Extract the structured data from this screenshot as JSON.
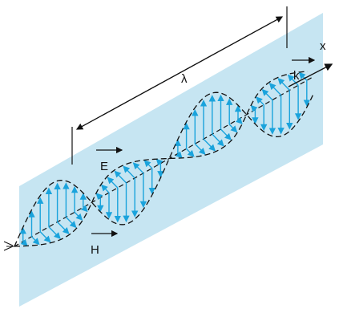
{
  "labels": {
    "wavelength": "λ",
    "electric_field": "E",
    "magnetic_field": "H",
    "propagation": "k",
    "axis": "x"
  },
  "colors": {
    "plane": "#c6e5f2",
    "field_vector": "#1aa3dc",
    "ink": "#111111"
  }
}
